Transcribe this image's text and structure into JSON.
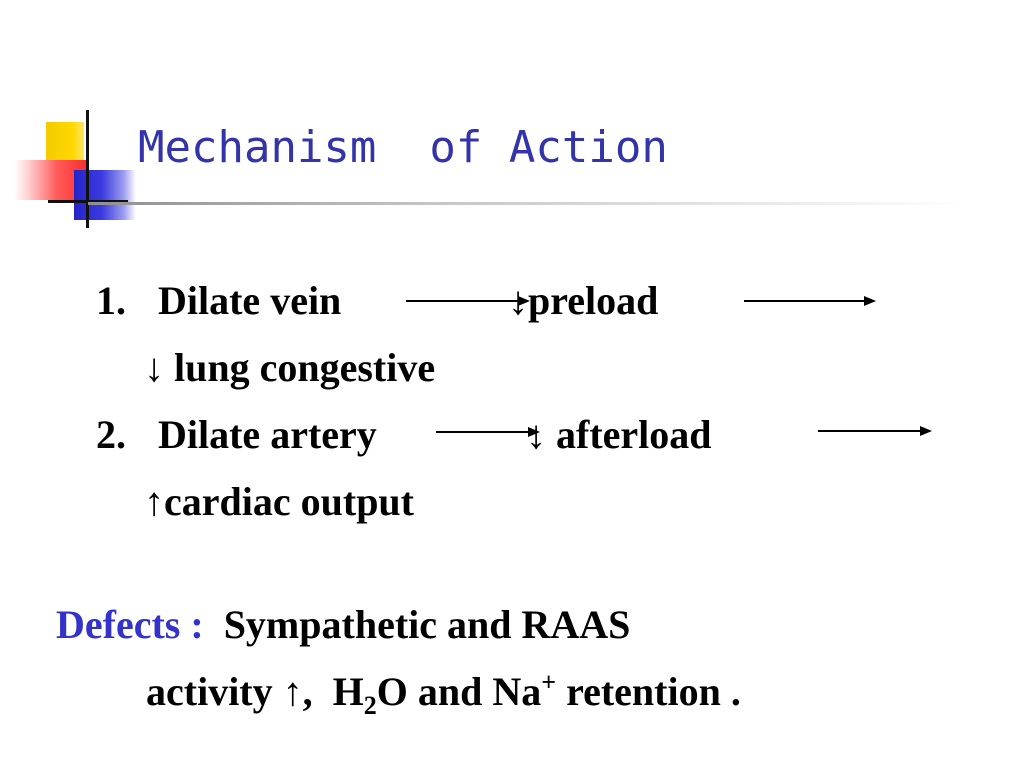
{
  "slide": {
    "title": "Mechanism  of Action",
    "item1": {
      "number": "1.",
      "text": "Dilate vein",
      "effect": "↓preload",
      "result": "↓ lung congestive"
    },
    "item2": {
      "number": "2.",
      "text": "Dilate artery",
      "effect": "↓ afterload",
      "result": "↑cardiac output"
    },
    "defects": {
      "label": "Defects :",
      "line1": "Sympathetic and RAAS",
      "line2_part1": "activity ↑,  H",
      "line2_sub": "2",
      "line2_part2": "O and Na",
      "line2_sup": "+",
      "line2_part3": " retention ."
    }
  },
  "colors": {
    "title": "#3333aa",
    "defects_label": "#3333cc",
    "text": "#000000"
  }
}
